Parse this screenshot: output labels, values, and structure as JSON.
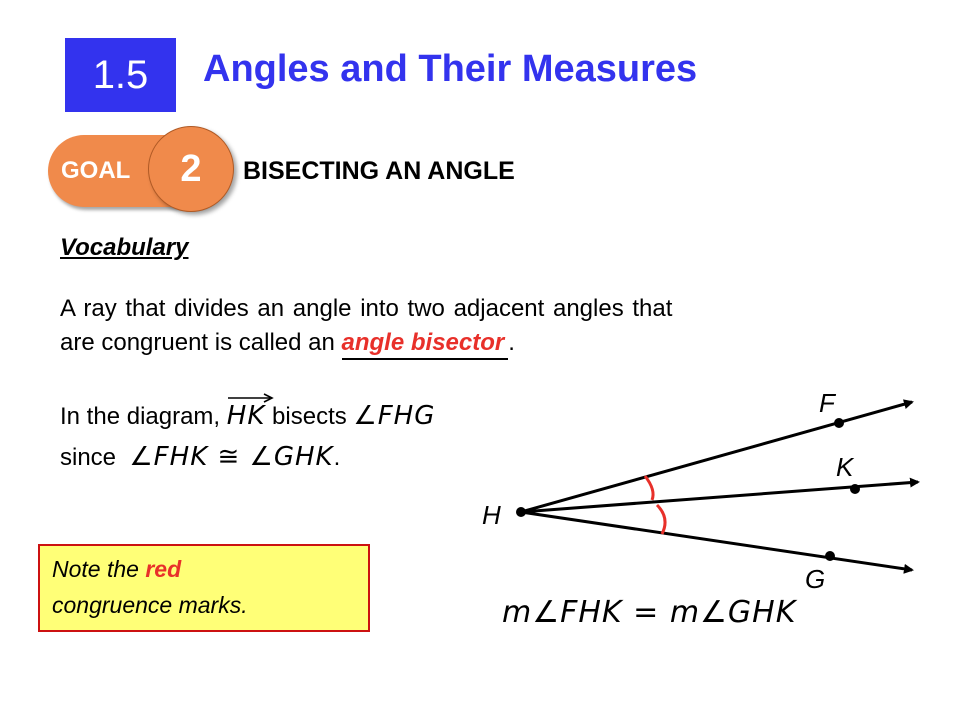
{
  "header": {
    "section_number": "1.5",
    "title": "Angles and Their Measures"
  },
  "goal": {
    "word": "GOAL",
    "number": "2",
    "title": "BISECTING AN ANGLE"
  },
  "vocabulary": {
    "heading": "Vocabulary",
    "line1": "A ray that divides an angle into two adjacent angles that",
    "line2_prefix": "are congruent is called an ",
    "term": "angle bisector",
    "line2_suffix": "."
  },
  "diagram_text": {
    "line1_prefix": "In the diagram,",
    "ray": "HK",
    "line1_middle": "bisects",
    "angle1": "∠FHG",
    "line2_prefix": "since",
    "congruence": "∠FHK ≅ ∠GHK",
    "line2_suffix": "."
  },
  "note": {
    "prefix": "Note the ",
    "highlight": "red",
    "line2": "congruence marks."
  },
  "figure": {
    "labels": {
      "F": "F",
      "K": "K",
      "H": "H",
      "G": "G"
    },
    "equation": "m∠FHK = m∠GHK",
    "mark_color": "#e8302a"
  }
}
